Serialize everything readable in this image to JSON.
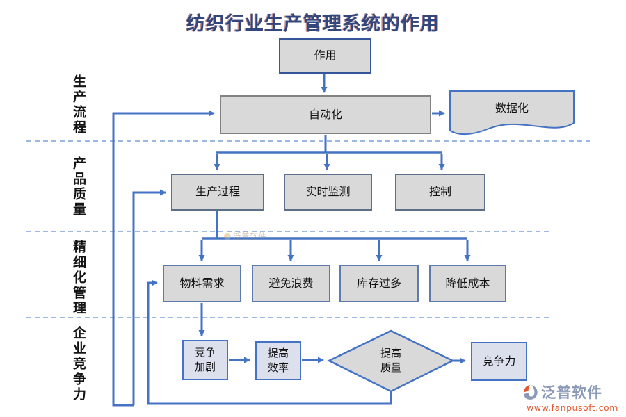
{
  "title": "纺织行业生产管理系统的作用",
  "lanes": [
    {
      "label": "生产流程"
    },
    {
      "label": "产品质量"
    },
    {
      "label": "精细化管理"
    },
    {
      "label": "企业竞争力"
    }
  ],
  "nodes": [
    {
      "id": "zuoyong",
      "label": "作用",
      "shape": "rect"
    },
    {
      "id": "zidonghua",
      "label": "自动化",
      "shape": "rect"
    },
    {
      "id": "shujuhua",
      "label": "数据化",
      "shape": "document"
    },
    {
      "id": "shengchan-guocheng",
      "label": "生产过程",
      "shape": "rect"
    },
    {
      "id": "shishi-jiance",
      "label": "实时监测",
      "shape": "rect"
    },
    {
      "id": "kongzhi",
      "label": "控制",
      "shape": "rect"
    },
    {
      "id": "wuliao-xuqiu",
      "label": "物料需求",
      "shape": "rect"
    },
    {
      "id": "bimian-langfei",
      "label": "避免浪费",
      "shape": "rect"
    },
    {
      "id": "kucun-guoduo",
      "label": "库存过多",
      "shape": "rect"
    },
    {
      "id": "jiangdi-chengben",
      "label": "降低成本",
      "shape": "rect"
    },
    {
      "id": "jingzheng-jiaju",
      "label": "竞争\n加剧",
      "shape": "rect"
    },
    {
      "id": "tigao-xiaolv",
      "label": "提高\n效率",
      "shape": "rect"
    },
    {
      "id": "tigao-zhiliang",
      "label": "提高\n质量",
      "shape": "diamond"
    },
    {
      "id": "jingzhengli",
      "label": "竞争力",
      "shape": "rect"
    }
  ],
  "watermark": {
    "text": "泛普软件"
  },
  "brand": {
    "name": "泛普软件",
    "url": "www.fanpusoft.com"
  },
  "colors": {
    "arrow": "#4472C4",
    "dashed_line": "#7DA1D6",
    "box_fill": "#D9D9D9",
    "box_fill_light": "#DCE0EC",
    "border_navy": "#35579A",
    "border_gray": "#828282",
    "border_slate": "#5D6E88",
    "border_steel": "#5C7AAE",
    "border_blue": "#4472C4",
    "title_color": "#31477E",
    "brand_gray_blue": "#8A99B5",
    "brand_orange": "#E4572E"
  }
}
